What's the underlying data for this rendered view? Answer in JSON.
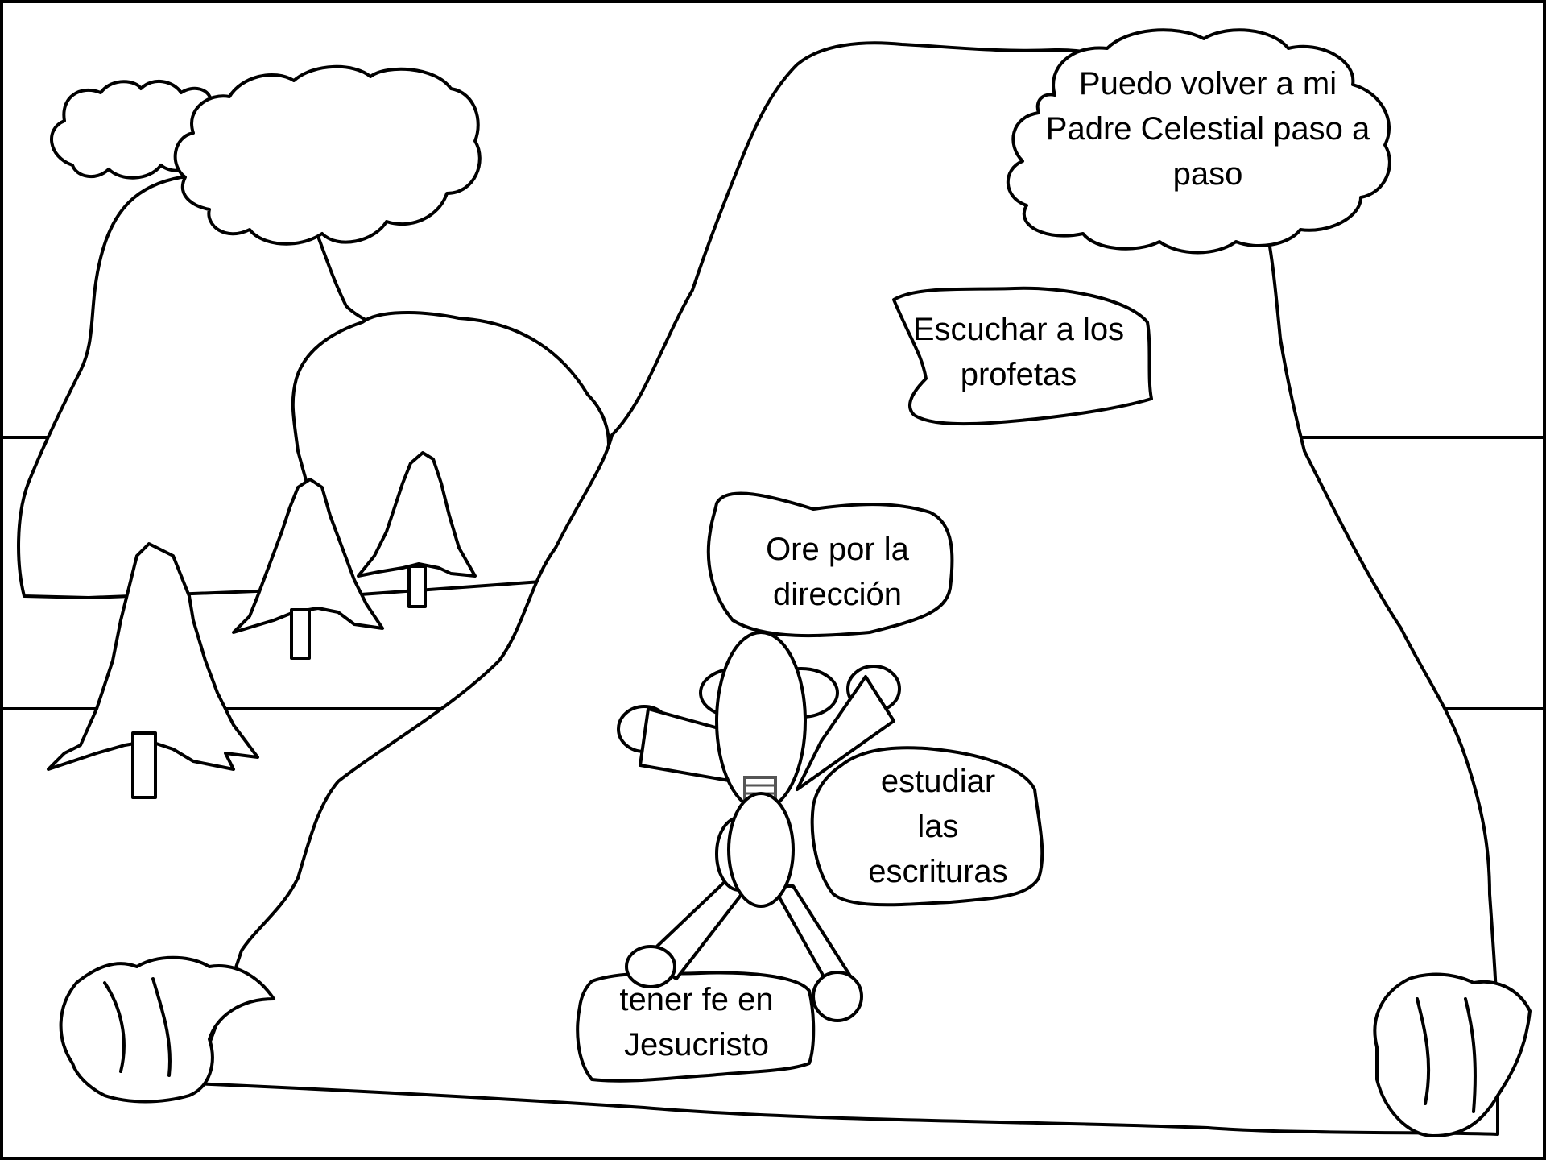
{
  "frame_border_color": "#000000",
  "background_color": "#ffffff",
  "goal_cloud": {
    "lines": [
      "Puedo volver a mi",
      "Padre Celestial paso a",
      "paso"
    ]
  },
  "steps": {
    "prophets": {
      "lines": [
        "Escuchar a los",
        "profetas"
      ]
    },
    "pray": {
      "lines": [
        "Ore por la",
        "dirección"
      ]
    },
    "scriptures": {
      "lines": [
        "estudiar",
        "las",
        "escrituras"
      ]
    },
    "faith": {
      "lines": [
        "tener fe en",
        "Jesucristo"
      ]
    }
  },
  "icons": {
    "trees": "pine-tree-icon",
    "clouds": "cloud-icon",
    "figure": "climber-figure-icon",
    "bushes": "bush-icon"
  }
}
